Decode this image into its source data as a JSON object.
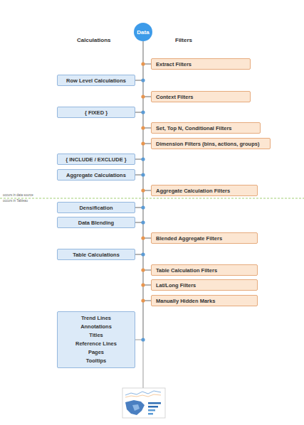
{
  "diagram": {
    "nodes": [
      {
        "text": [
          "Data"
        ]
      },
      {
        "text": [
          "Extract Filters"
        ]
      },
      {
        "text": [
          "Row Level Calculations"
        ]
      },
      {
        "text": [
          "Context Filters"
        ]
      },
      {
        "text": [
          "{ FIXED }"
        ]
      },
      {
        "text": [
          "Set, Top N, Conditional Filters"
        ]
      },
      {
        "text": [
          "Dimension Filters (bins, actions, groups)"
        ]
      },
      {
        "text": [
          "{ INCLUDE / EXCLUDE }"
        ]
      },
      {
        "text": [
          "Aggregate Calculations"
        ]
      },
      {
        "text": [
          "Aggregate Calculation Filters"
        ]
      },
      {
        "text": [
          "Densification"
        ]
      },
      {
        "text": [
          "Data Blending"
        ]
      },
      {
        "text": [
          "Blended Aggregate Filters"
        ]
      },
      {
        "text": [
          "Table Calculations"
        ]
      },
      {
        "text": [
          "Table Calculation Filters"
        ]
      },
      {
        "text": [
          "Lat/Long Filters"
        ]
      },
      {
        "text": [
          "Manually Hidden Marks"
        ]
      },
      {
        "text": [
          "Trend Lines",
          "Annotations",
          "Titles",
          "Reference Lines",
          "Pages",
          "Tooltips"
        ]
      }
    ],
    "edges": [
      {
        "from": 0,
        "to": 1,
        "arrow": "none"
      },
      {
        "from": 1,
        "to": 2,
        "arrow": "none"
      },
      {
        "from": 2,
        "to": 3,
        "arrow": "none"
      },
      {
        "from": 3,
        "to": 4,
        "arrow": "none"
      },
      {
        "from": 4,
        "to": 5,
        "arrow": "none"
      },
      {
        "from": 5,
        "to": 6,
        "arrow": "none"
      },
      {
        "from": 6,
        "to": 7,
        "arrow": "none"
      },
      {
        "from": 7,
        "to": 8,
        "arrow": "none"
      },
      {
        "from": 8,
        "to": 9,
        "arrow": "none"
      },
      {
        "from": 9,
        "to": 10,
        "arrow": "none"
      },
      {
        "from": 10,
        "to": 11,
        "arrow": "none"
      },
      {
        "from": 11,
        "to": 12,
        "arrow": "none"
      },
      {
        "from": 12,
        "to": 13,
        "arrow": "none"
      },
      {
        "from": 13,
        "to": 14,
        "arrow": "none"
      },
      {
        "from": 14,
        "to": 15,
        "arrow": "none"
      },
      {
        "from": 15,
        "to": 16,
        "arrow": "none"
      },
      {
        "from": 16,
        "to": 17,
        "arrow": "none"
      }
    ],
    "labels": [
      "Calculations",
      "Filters",
      "occurs in data source",
      "occurs in Tableau"
    ]
  }
}
